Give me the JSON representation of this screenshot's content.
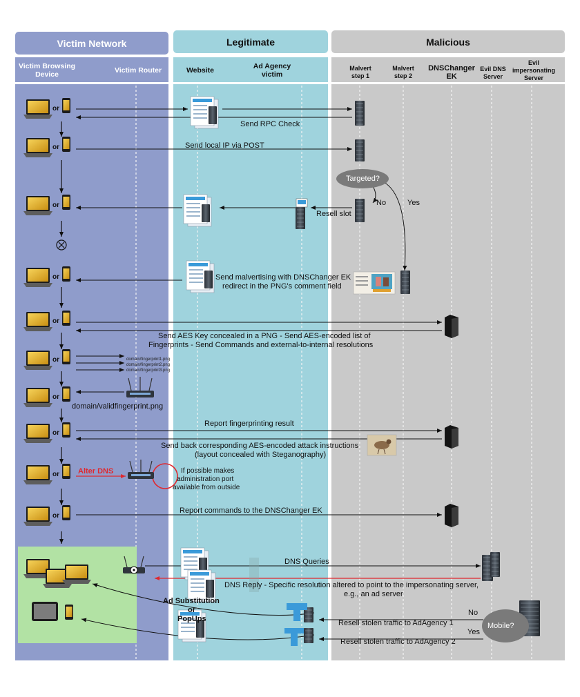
{
  "headers": {
    "victim_network": "Victim Network",
    "legitimate": "Legitimate",
    "malicious": "Malicious"
  },
  "columns": {
    "victim_browsing_device": "Victim Browsing Device",
    "victim_router": "Victim Router",
    "website": "Website",
    "ad_agency_victim": "Ad Agency victim",
    "malvert_step1": "Malvert step 1",
    "malvert_step2": "Malvert step 2",
    "dnschanger_ek": "DNSChanger EK",
    "evil_dns_server": "Evil DNS Server",
    "evil_impersonating_server": "Evil impersonating Server"
  },
  "or_label": "or",
  "messages": {
    "send_rpc_check": "Send RPC Check",
    "send_local_ip": "Send local IP via POST",
    "targeted": "Targeted?",
    "no": "No",
    "yes": "Yes",
    "resell_slot": "Resell slot",
    "send_malvertising_1": "Send malvertising with DNSChanger EK",
    "send_malvertising_2": "redirect in the PNG's comment field",
    "send_aes_1": "Send AES Key concealed in a PNG - Send AES-encoded list of",
    "send_aes_2": "Fingerprints - Send Commands and external-to-internal resolutions",
    "fingerprint1": "domain/fingerprint1.png",
    "fingerprint2": "domain/fingerprint2.png",
    "fingerprint3": "domain/fingerprint3.png",
    "valid_fingerprint": "domain/validfingerprint.png",
    "report_fingerprinting": "Report fingerprinting result",
    "send_back_1": "Send back corresponding AES-encoded attack instructions",
    "send_back_2": "(layout concealed with Steganography)",
    "alter_dns": "Alter DNS",
    "admin_port_1": "If possible makes",
    "admin_port_2": "administration port",
    "admin_port_3": "available from outside",
    "report_commands": "Report commands to the DNSChanger EK",
    "dns_queries": "DNS Queries",
    "dns_reply_1": "DNS Reply - Specific resolution altered to point to the impersonating server,",
    "dns_reply_2": "e.g., an ad server",
    "ad_substitution_1": "Ad Substitution",
    "ad_substitution_2": "or",
    "ad_substitution_3": "PopUps",
    "mobile": "Mobile?",
    "resell_1": "Resell stolen traffic to AdAgency 1",
    "resell_2": "Resell stolen traffic to AdAgency 2"
  },
  "colors": {
    "victim_lane": "#8f9ccb",
    "legit_lane": "#9fd3dd",
    "malicious_lane": "#c9c9c9",
    "alert_red": "#e0282e",
    "compromised_zone": "#b2e2a4"
  }
}
